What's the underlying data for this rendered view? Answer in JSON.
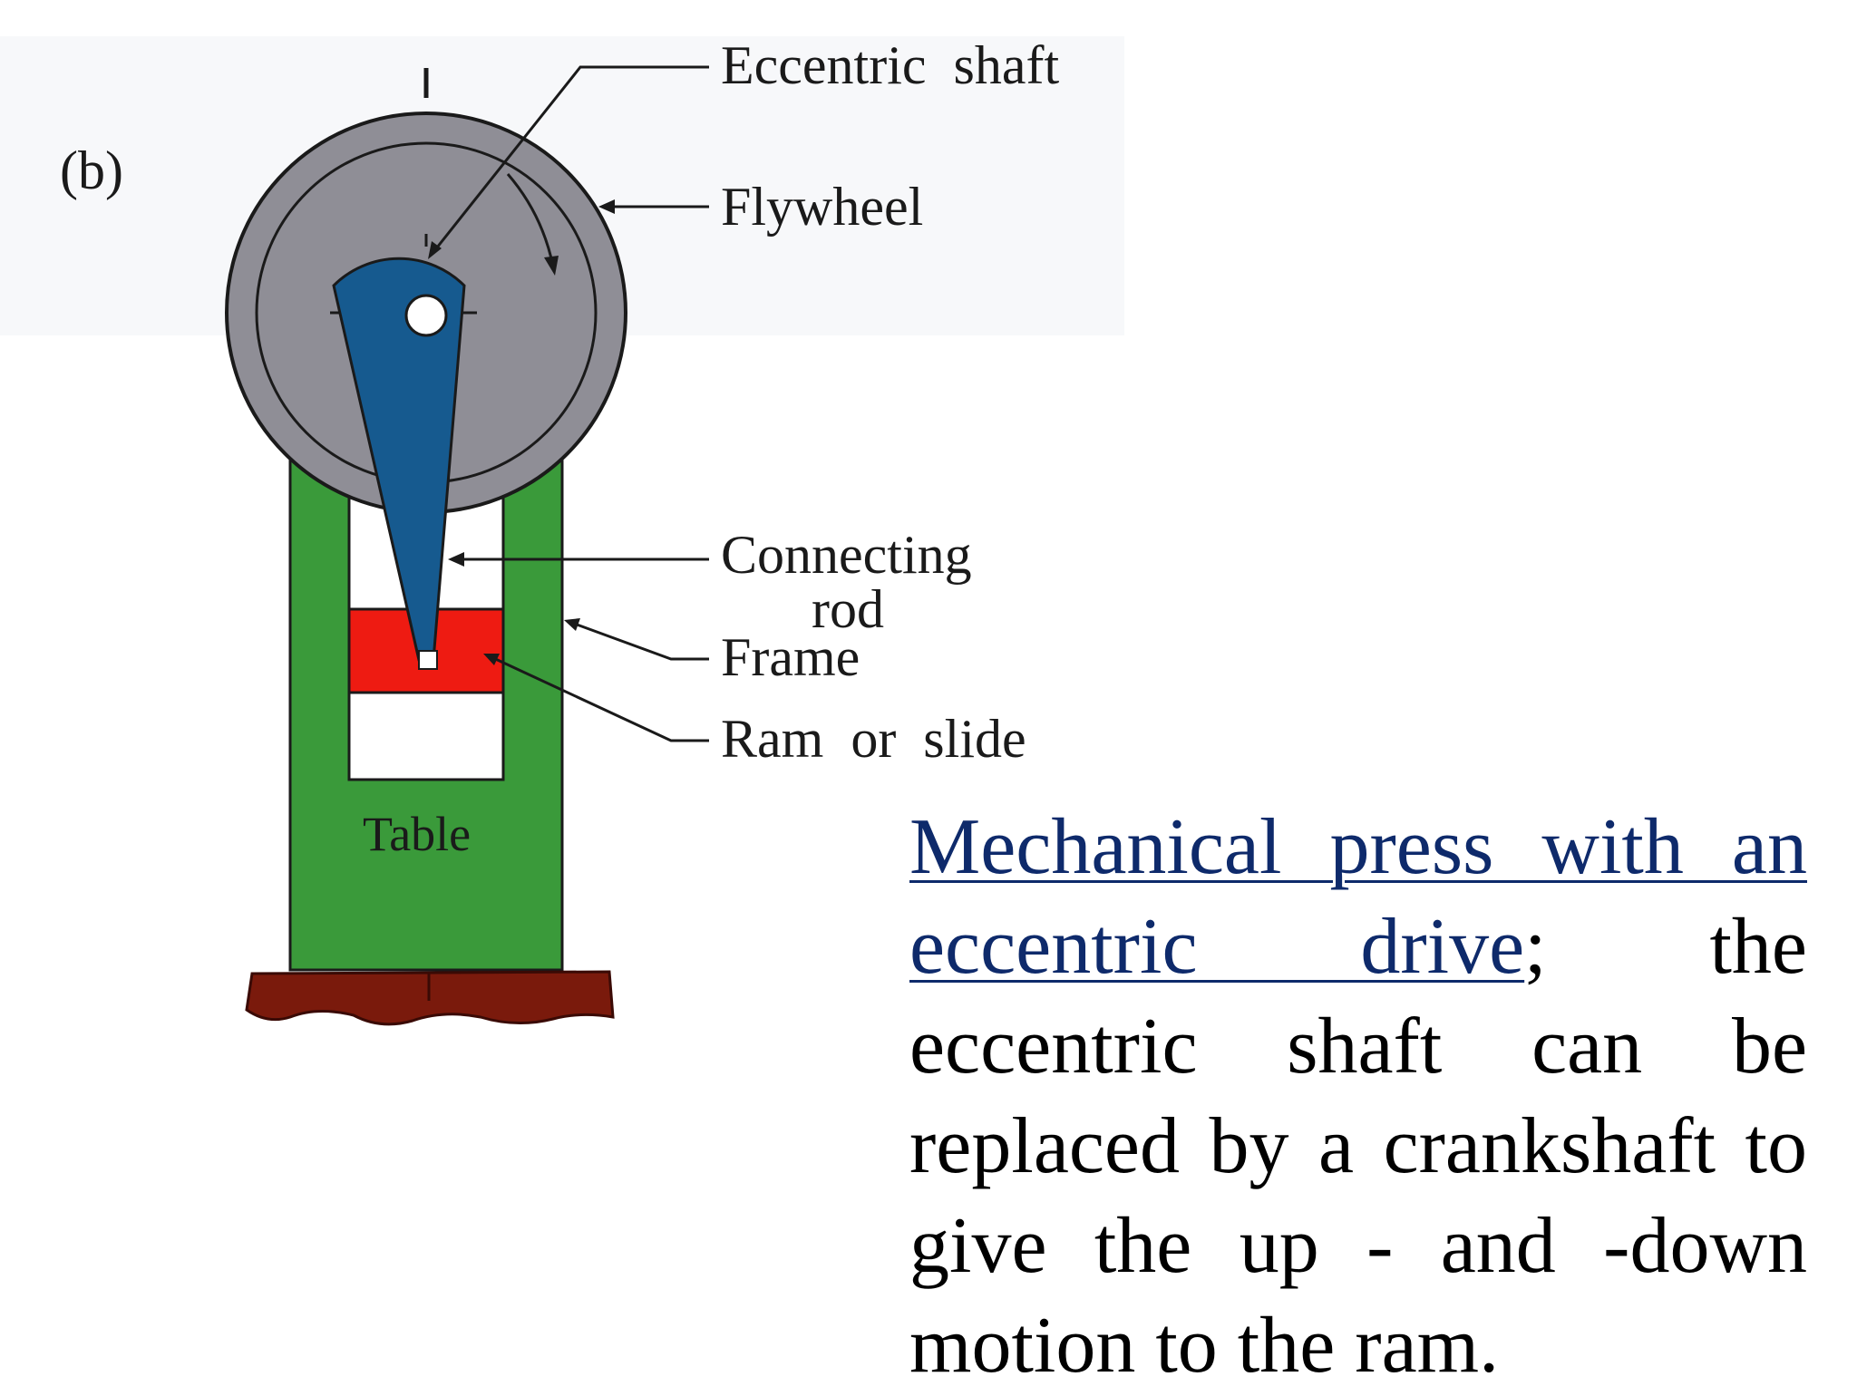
{
  "figure": {
    "panel_label": "(b)",
    "labels": {
      "eccentric_shaft": "Eccentric  shaft",
      "flywheel": "Flywheel",
      "connecting_rod_line1": "Connecting",
      "connecting_rod_line2": "rod",
      "frame": "Frame",
      "ram_or_slide": "Ram  or  slide",
      "table": "Table"
    },
    "colors": {
      "flywheel": "#8f8e96",
      "connecting_rod": "#165a8f",
      "frame": "#3a9a3a",
      "ram": "#ee1b12",
      "base": "#7a1a0c",
      "outline": "#1a1a1a"
    }
  },
  "caption": {
    "link_text": "Mechanical press with an eccentric drive",
    "text": "; the eccentric shaft can be replaced by a crankshaft to give the up - and -down motion to the ram."
  }
}
